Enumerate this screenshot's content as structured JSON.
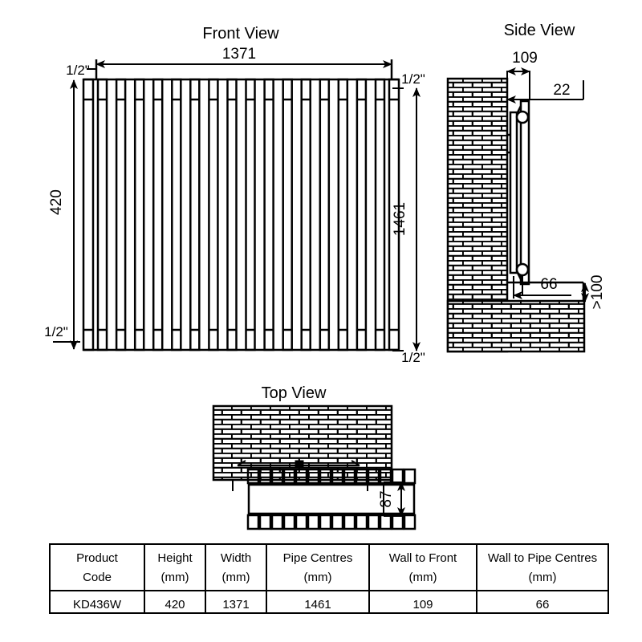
{
  "views": {
    "front": {
      "title": "Front View",
      "width_label": "1371",
      "height_label": "420",
      "pipe_centres_label": "1461",
      "corner_top_left": "1/2\"",
      "corner_top_right": "1/2\"",
      "corner_bottom_left": "1/2\"",
      "corner_bottom_right": "1/2\"",
      "fin_count": 16
    },
    "side": {
      "title": "Side View",
      "wall_to_front_label": "109",
      "gap_label": "22",
      "wall_to_pipe_centres_label": "66",
      "floor_clearance_label": ">100"
    },
    "top": {
      "title": "Top View",
      "depth_label": "87",
      "fin_count": 14
    }
  },
  "table": {
    "headers": [
      {
        "line1": "Product",
        "line2": "Code"
      },
      {
        "line1": "Height",
        "line2": "(mm)"
      },
      {
        "line1": "Width",
        "line2": "(mm)"
      },
      {
        "line1": "Pipe Centres",
        "line2": "(mm)"
      },
      {
        "line1": "Wall to Front",
        "line2": "(mm)"
      },
      {
        "line1": "Wall to Pipe Centres",
        "line2": "(mm)"
      }
    ],
    "rows": [
      {
        "product_code": "KD436W",
        "height": "420",
        "width": "1371",
        "pipe_centres": "1461",
        "wall_to_front": "109",
        "wall_to_pipe_centres": "66"
      }
    ]
  },
  "style": {
    "line_color": "#000000",
    "background": "#ffffff"
  }
}
